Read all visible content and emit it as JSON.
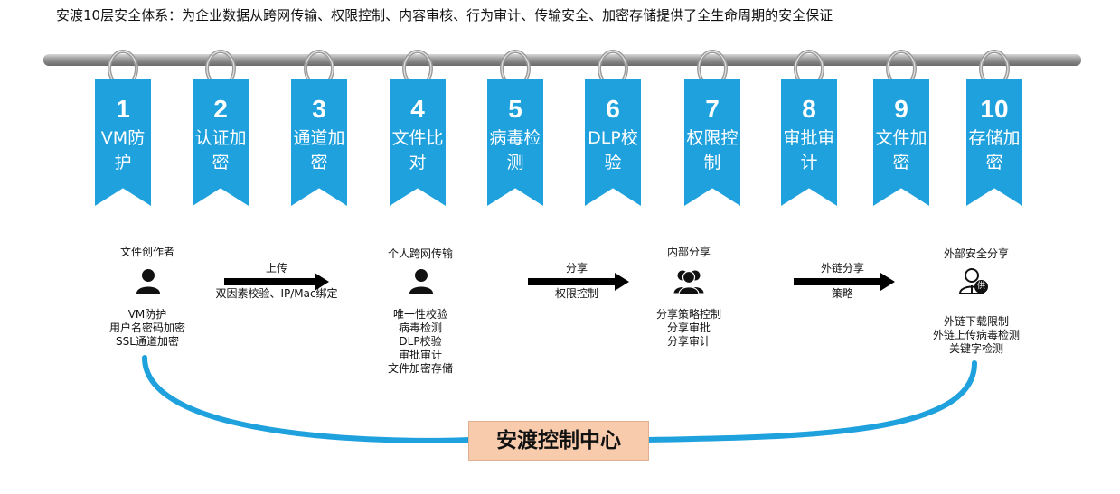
{
  "title": "安渡10层安全体系：为企业数据从跨网传输、权限控制、内容审核、行为审计、传输安全、加密存储提供了全生命周期的安全保证",
  "ribbon_color": "#1fa1dd",
  "ribbons": [
    {
      "num": "1",
      "label": "VM防护"
    },
    {
      "num": "2",
      "label": "认证加密"
    },
    {
      "num": "3",
      "label": "通道加密"
    },
    {
      "num": "4",
      "label": "文件比对"
    },
    {
      "num": "5",
      "label": "病毒检测"
    },
    {
      "num": "6",
      "label": "DLP校验"
    },
    {
      "num": "7",
      "label": "权限控制"
    },
    {
      "num": "8",
      "label": "审批审计"
    },
    {
      "num": "9",
      "label": "文件加密"
    },
    {
      "num": "10",
      "label": "存储加密"
    }
  ],
  "stages": [
    {
      "title": "文件创作者",
      "icon": "person-icon",
      "items": [
        "VM防护",
        "用户名密码加密",
        "SSL通道加密"
      ]
    },
    {
      "title": "个人跨网传输",
      "icon": "person-icon",
      "items": [
        "唯一性校验",
        "病毒检测",
        "DLP校验",
        "审批审计",
        "文件加密存储"
      ]
    },
    {
      "title": "内部分享",
      "icon": "group-icon",
      "items": [
        "分享策略控制",
        "分享审批",
        "分享审计"
      ]
    },
    {
      "title": "外部安全分享",
      "icon": "supplier-person-icon",
      "icon_badge": "供",
      "items": [
        "外链下载限制",
        "外链上传病毒检测",
        "关键字检测"
      ]
    }
  ],
  "arrows": [
    {
      "top": "上传",
      "bottom": "双因素校验、IP/Mac绑定"
    },
    {
      "top": "分享",
      "bottom": "权限控制"
    },
    {
      "top": "外链分享",
      "bottom": "策略"
    }
  ],
  "center": {
    "label": "安渡控制中心",
    "color": "#f8cbad"
  }
}
